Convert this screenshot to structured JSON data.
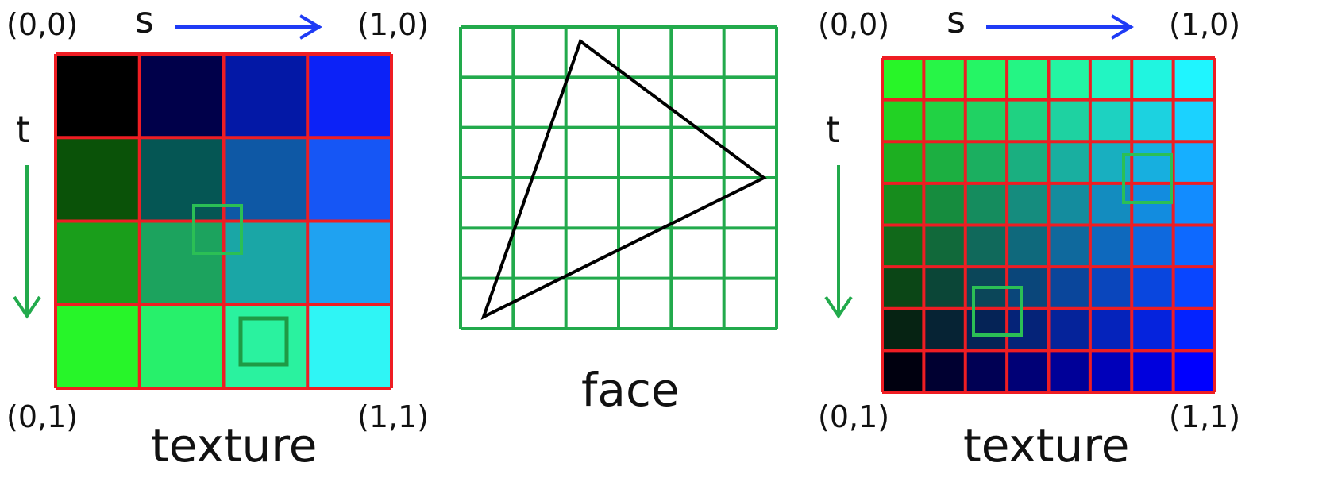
{
  "left_panel": {
    "corner_tl": "(0,0)",
    "corner_tr": "(1,0)",
    "corner_bl": "(0,1)",
    "corner_br": "(1,1)",
    "s_label": "s",
    "t_label": "t",
    "caption": "texture",
    "grid_colors": [
      [
        "#000000",
        "#00004a",
        "#0318a6",
        "#0c22f7"
      ],
      [
        "#0a5208",
        "#055654",
        "#0e58a5",
        "#1656f5"
      ],
      [
        "#1a9e1b",
        "#1ca35e",
        "#1aa6a6",
        "#1fa2f1"
      ],
      [
        "#27f529",
        "#27f06b",
        "#2af29f",
        "#2ff5f5"
      ]
    ]
  },
  "center_panel": {
    "caption": "face"
  },
  "right_panel": {
    "corner_tl": "(0,0)",
    "corner_tr": "(1,0)",
    "corner_bl": "(0,1)",
    "corner_br": "(1,1)",
    "s_label": "s",
    "t_label": "t",
    "caption": "texture"
  },
  "colors": {
    "grid_red": "#ee1d23",
    "face_green": "#22aa4c",
    "s_arrow_blue": "#1f3bf5",
    "t_arrow_green": "#22aa4c",
    "triangle": "#000000"
  }
}
